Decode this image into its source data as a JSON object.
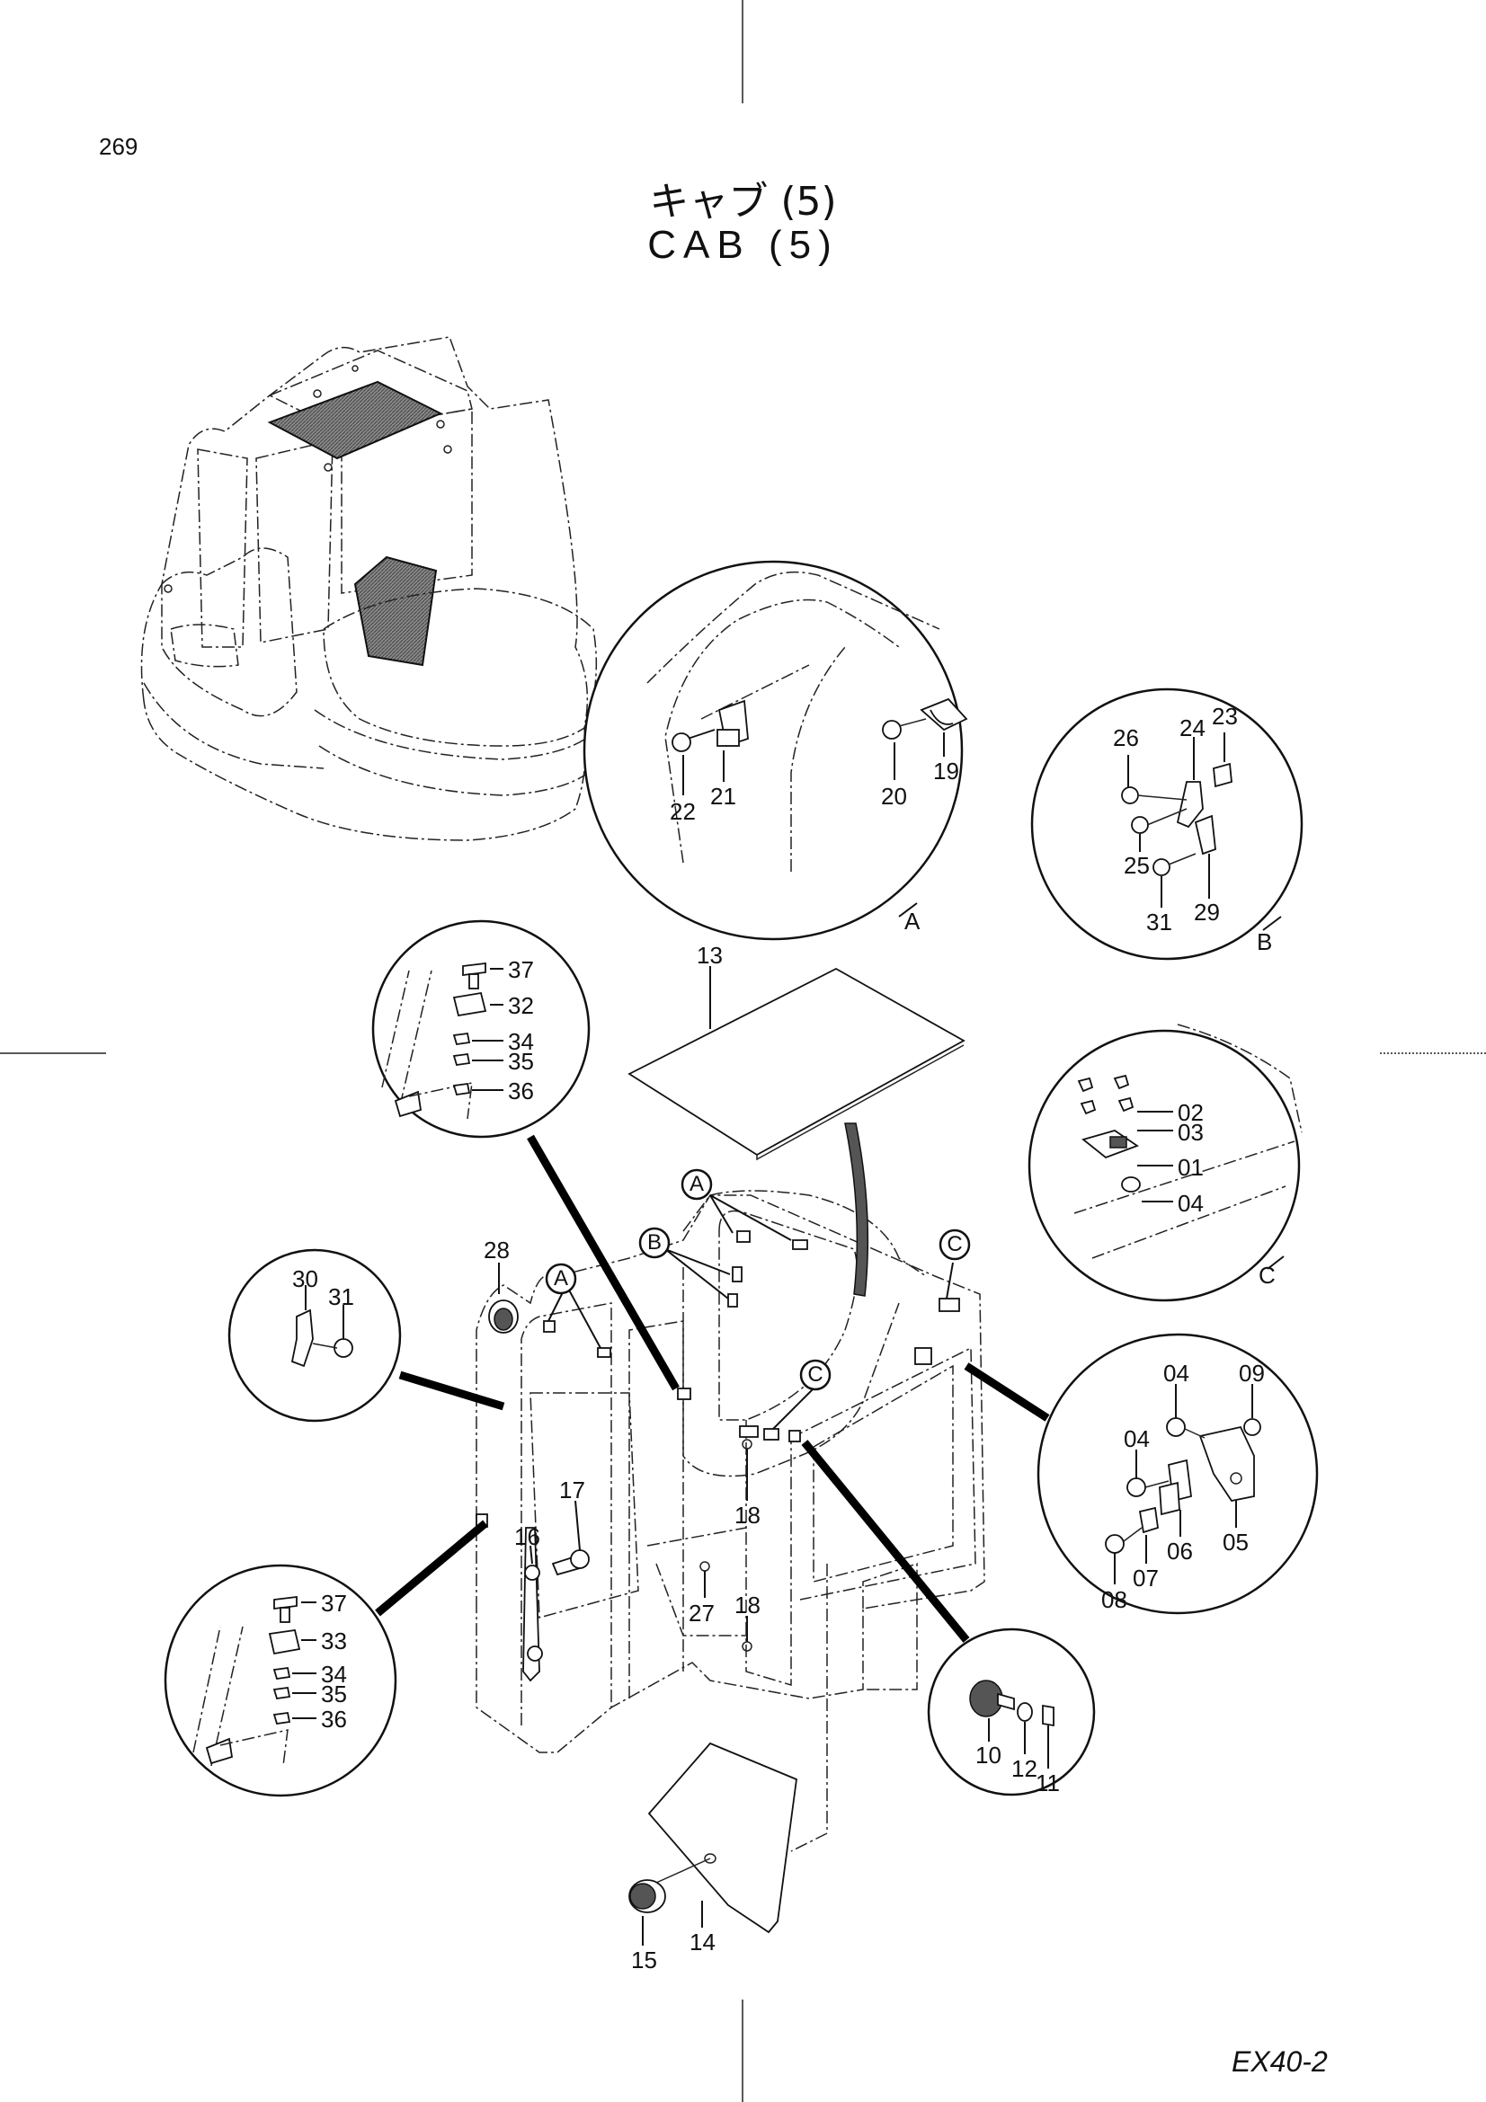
{
  "page_number": "269",
  "title_jp": "キャブ (5)",
  "title_en": "CAB (5)",
  "model_code": "EX40-2",
  "callouts": {
    "a": "A",
    "b": "B",
    "c": "C"
  },
  "parts": {
    "p01": "01",
    "p02": "02",
    "p03": "03",
    "p04": "04",
    "p05": "05",
    "p06": "06",
    "p07": "07",
    "p08": "08",
    "p09": "09",
    "p10": "10",
    "p11": "11",
    "p12": "12",
    "p13": "13",
    "p14": "14",
    "p15": "15",
    "p16": "16",
    "p17": "17",
    "p18": "18",
    "p19": "19",
    "p20": "20",
    "p21": "21",
    "p22": "22",
    "p23": "23",
    "p24": "24",
    "p25": "25",
    "p26": "26",
    "p27": "27",
    "p28": "28",
    "p29": "29",
    "p30": "30",
    "p31": "31",
    "p32": "32",
    "p33": "33",
    "p34": "34",
    "p35": "35",
    "p36": "36",
    "p37": "37"
  }
}
